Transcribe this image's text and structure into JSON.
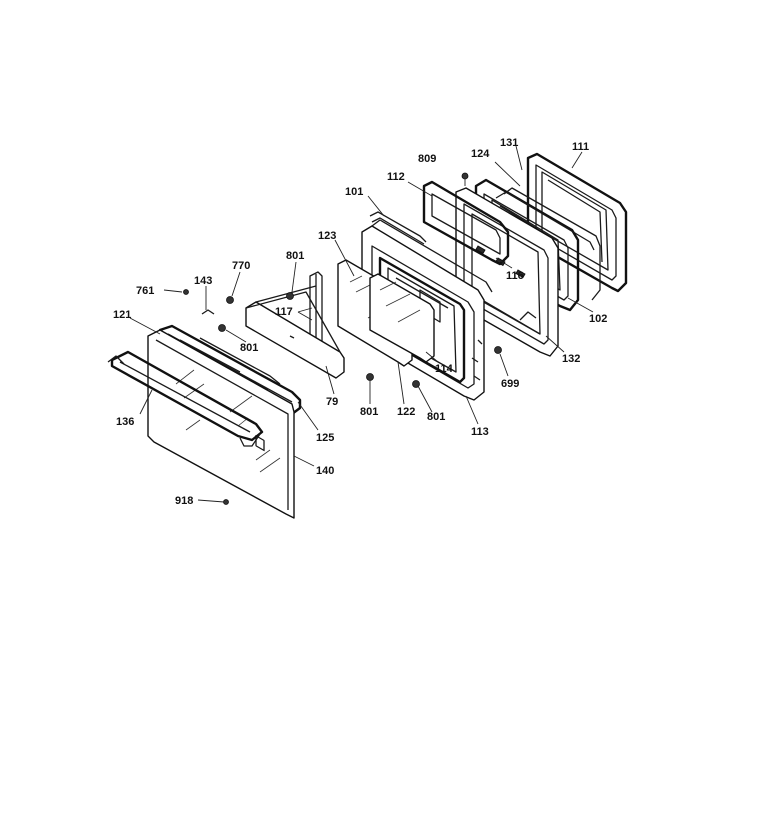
{
  "callouts": [
    {
      "id": "809",
      "text": "809"
    },
    {
      "id": "124",
      "text": "124"
    },
    {
      "id": "131",
      "text": "131"
    },
    {
      "id": "111",
      "text": "111"
    },
    {
      "id": "112",
      "text": "112"
    },
    {
      "id": "101",
      "text": "101"
    },
    {
      "id": "123",
      "text": "123"
    },
    {
      "id": "801a",
      "text": "801"
    },
    {
      "id": "770",
      "text": "770"
    },
    {
      "id": "761",
      "text": "761"
    },
    {
      "id": "143",
      "text": "143"
    },
    {
      "id": "117",
      "text": "117"
    },
    {
      "id": "121",
      "text": "121"
    },
    {
      "id": "801b",
      "text": "801"
    },
    {
      "id": "116",
      "text": "116"
    },
    {
      "id": "102",
      "text": "102"
    },
    {
      "id": "132",
      "text": "132"
    },
    {
      "id": "114",
      "text": "114"
    },
    {
      "id": "699",
      "text": "699"
    },
    {
      "id": "79",
      "text": "79"
    },
    {
      "id": "801c",
      "text": "801"
    },
    {
      "id": "122",
      "text": "122"
    },
    {
      "id": "801d",
      "text": "801"
    },
    {
      "id": "113",
      "text": "113"
    },
    {
      "id": "136",
      "text": "136"
    },
    {
      "id": "125",
      "text": "125"
    },
    {
      "id": "140",
      "text": "140"
    },
    {
      "id": "918",
      "text": "918"
    }
  ]
}
